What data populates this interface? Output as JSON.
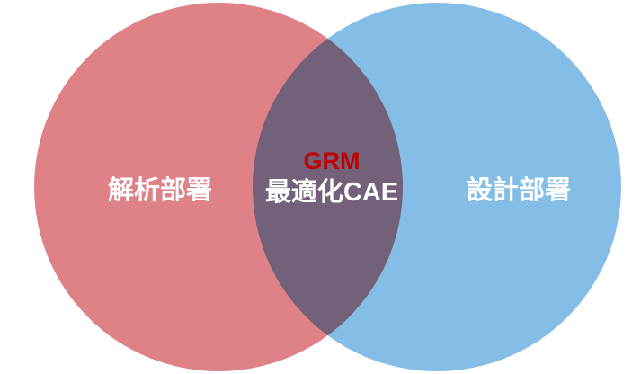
{
  "diagram": {
    "type": "venn",
    "background_color": "#FFFFFF",
    "sets": [
      {
        "id": "left",
        "label": "解析部署",
        "fill_color": "#DE8287",
        "label_color": "#FFFFFF"
      },
      {
        "id": "right",
        "label": "設計部署",
        "fill_color": "#84BEE6",
        "label_color": "#FFFFFF"
      }
    ],
    "intersection": {
      "id": "center",
      "title": "GRM",
      "title_color": "#C00000",
      "subtitle": "最適化CAE",
      "subtitle_color": "#FFFFFF",
      "fill_color": "#7980AA"
    }
  }
}
